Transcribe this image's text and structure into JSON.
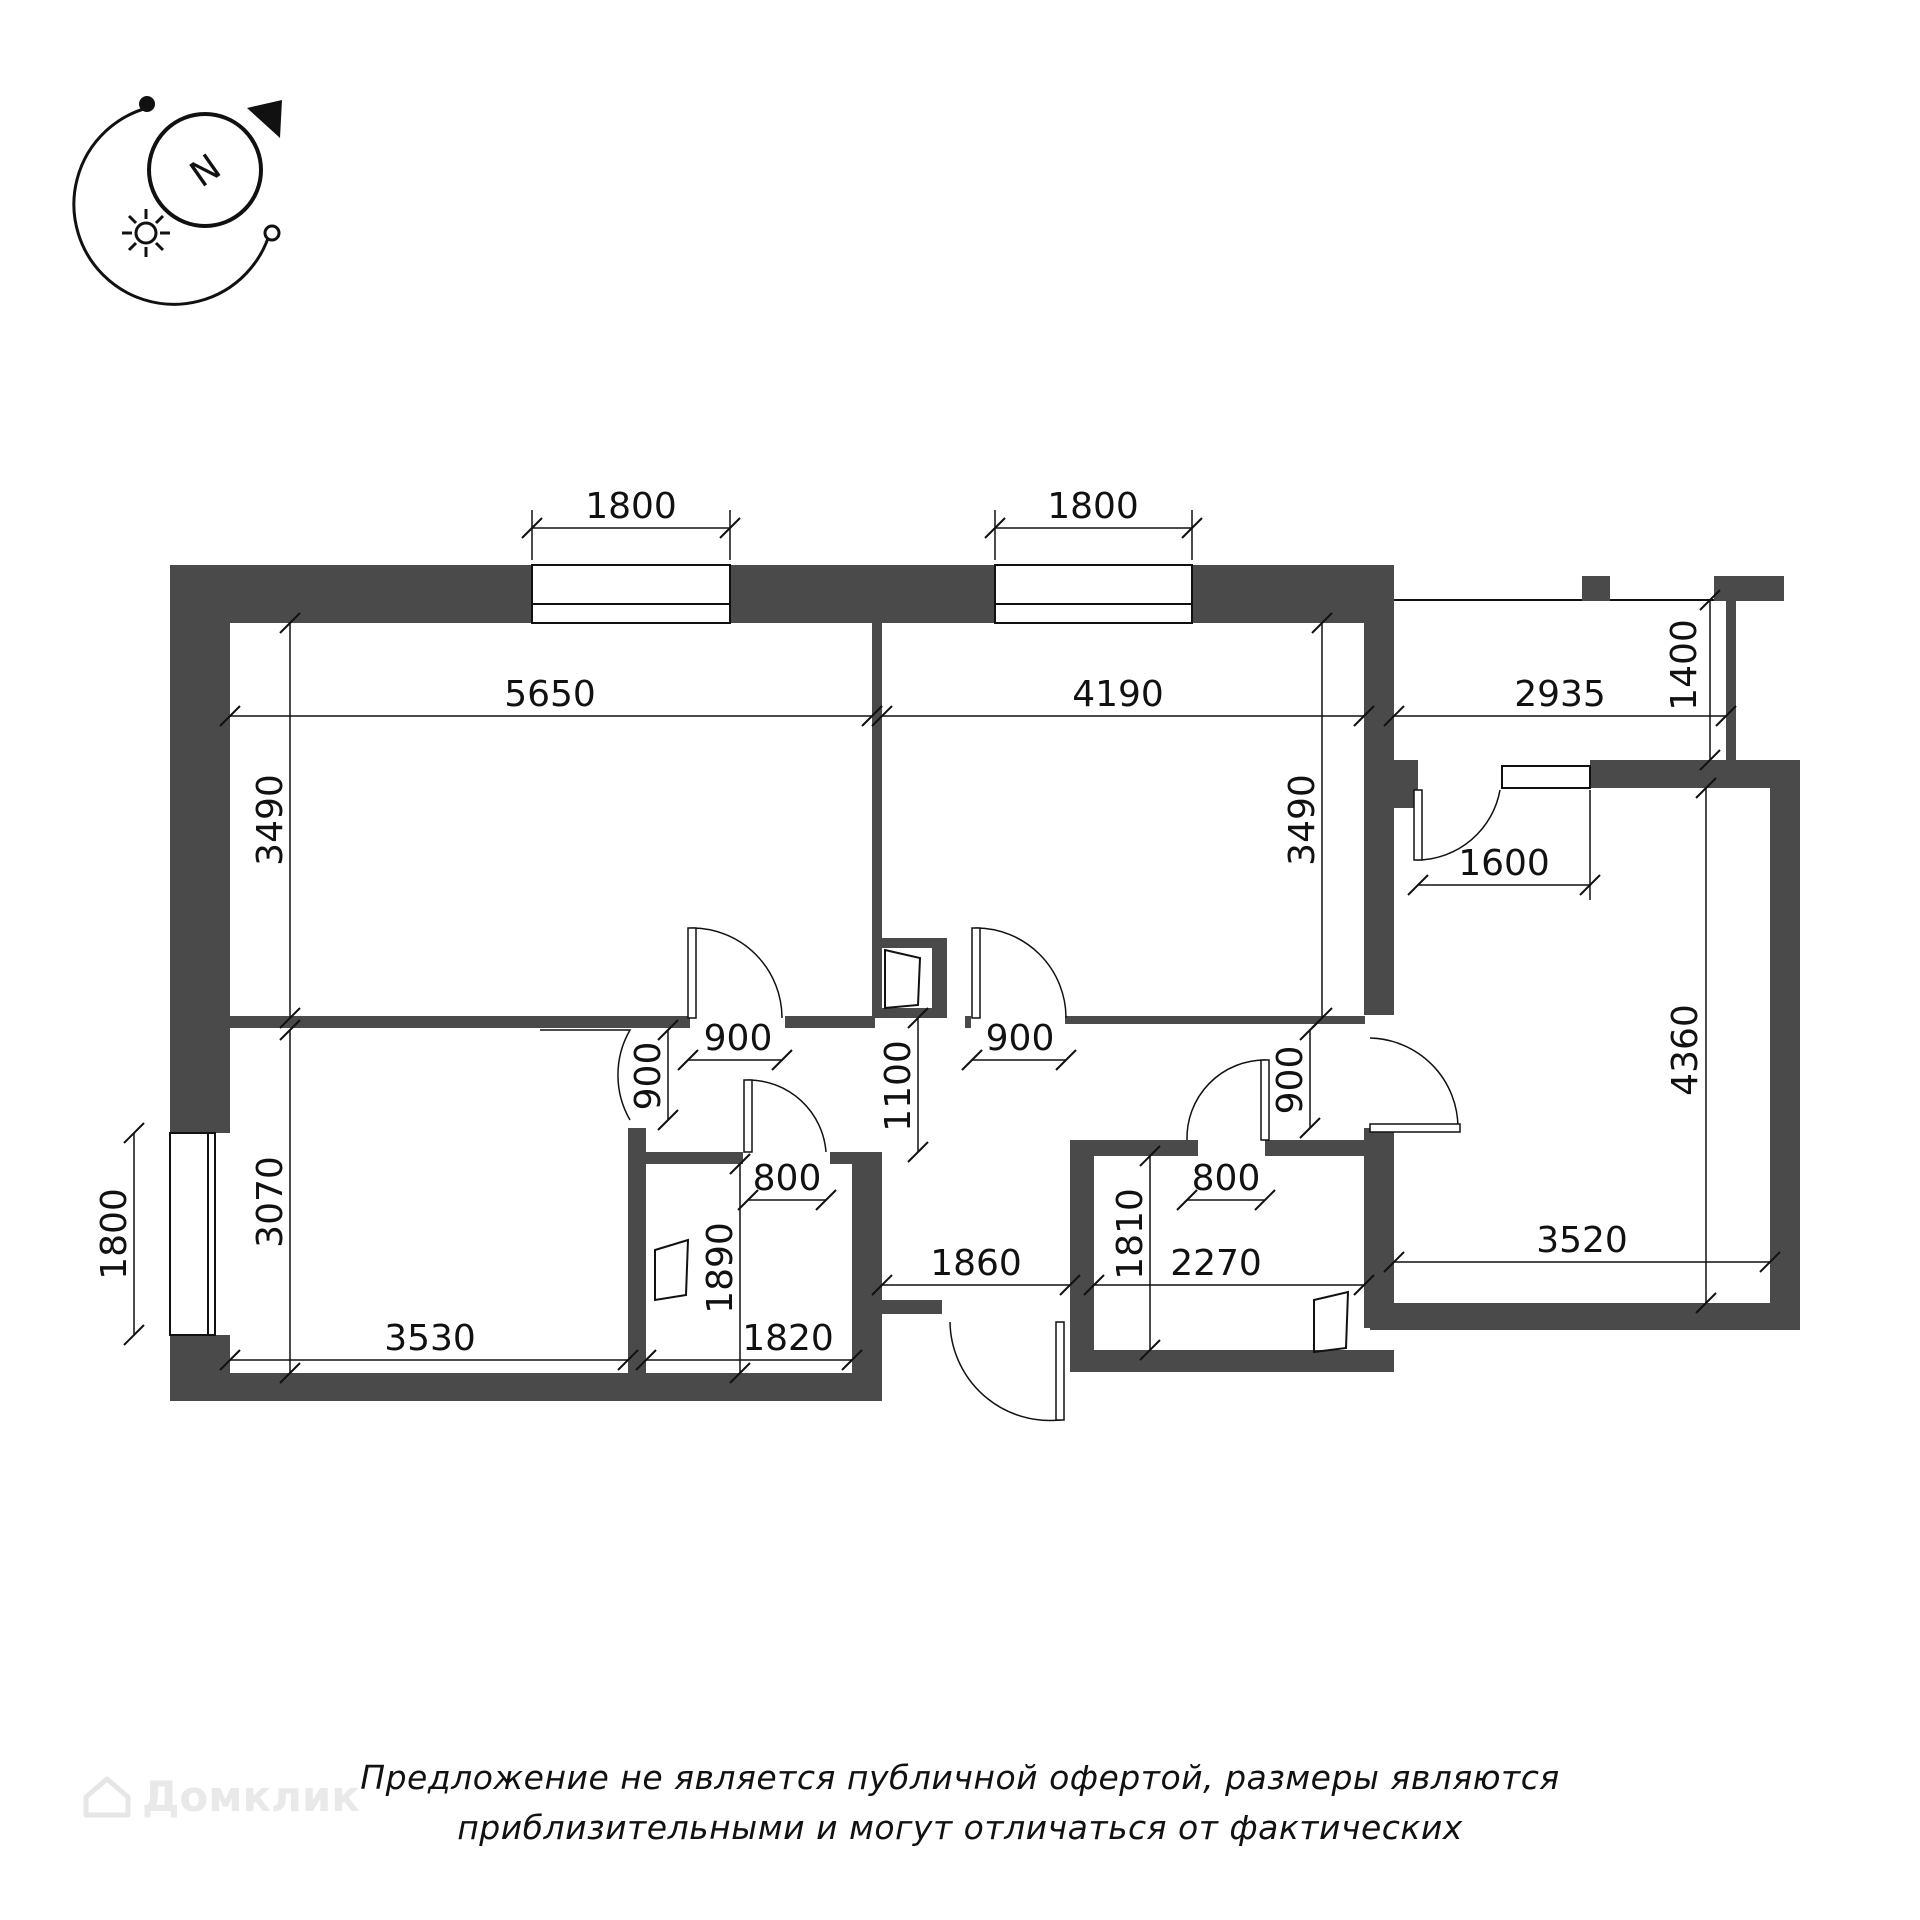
{
  "compass": {
    "north_label": "N"
  },
  "watermark": {
    "brand": "Домклик"
  },
  "disclaimer": {
    "line1": "Предложение не является публичной офертой, размеры являются",
    "line2": "приблизительными и могут отличаться от фактических"
  },
  "dimensions": {
    "window_top_left": "1800",
    "window_top_right": "1800",
    "room1_width": "5650",
    "room2_width": "4190",
    "balcony_width": "2935",
    "balcony_depth": "1400",
    "room1_height": "3490",
    "room2_height": "3490",
    "balcony_door": "1600",
    "kitchen_height": "4360",
    "door_room1": "900",
    "door_room2": "900",
    "door_room3": "900",
    "door_kitchen": "900",
    "hall_width": "1100",
    "window_left": "1800",
    "room3_height": "3070",
    "room3_width": "3530",
    "bath_door": "800",
    "bath_height": "1890",
    "bath_width": "1820",
    "hall_length": "1860",
    "wc_height": "1810",
    "wc_door": "800",
    "wc_width": "2270",
    "kitchen_width": "3520"
  }
}
